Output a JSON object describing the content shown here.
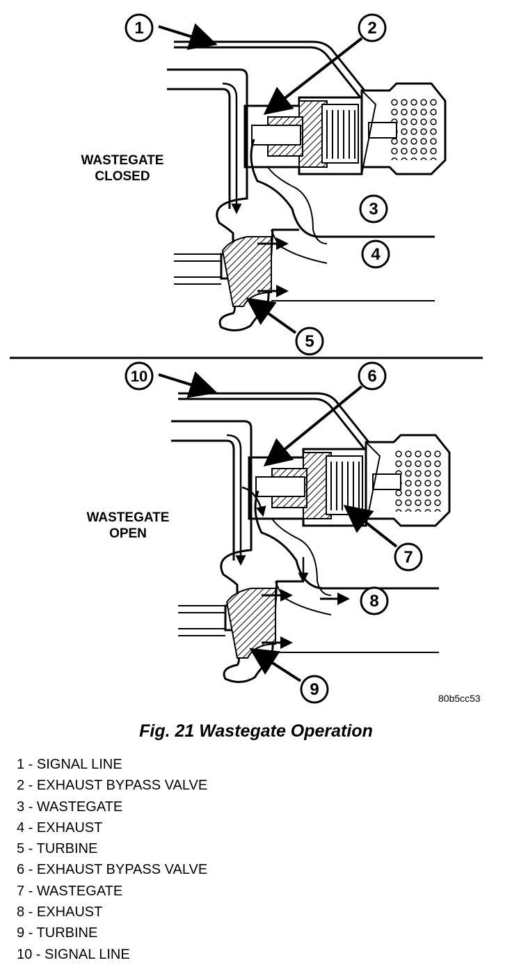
{
  "figure": {
    "top_panel": {
      "label_line1": "WASTEGATE",
      "label_line2": "CLOSED"
    },
    "bottom_panel": {
      "label_line1": "WASTEGATE",
      "label_line2": "OPEN"
    },
    "callouts": [
      "1",
      "2",
      "3",
      "4",
      "5",
      "6",
      "7",
      "8",
      "9",
      "10"
    ],
    "image_code": "80b5cc53"
  },
  "caption": "Fig. 21 Wastegate Operation",
  "legend": [
    "1 - SIGNAL LINE",
    "2 - EXHAUST BYPASS VALVE",
    "3 - WASTEGATE",
    "4 - EXHAUST",
    "5 - TURBINE",
    "6 - EXHAUST BYPASS VALVE",
    "7 - WASTEGATE",
    "8 - EXHAUST",
    "9 - TURBINE",
    "10 - SIGNAL LINE"
  ]
}
